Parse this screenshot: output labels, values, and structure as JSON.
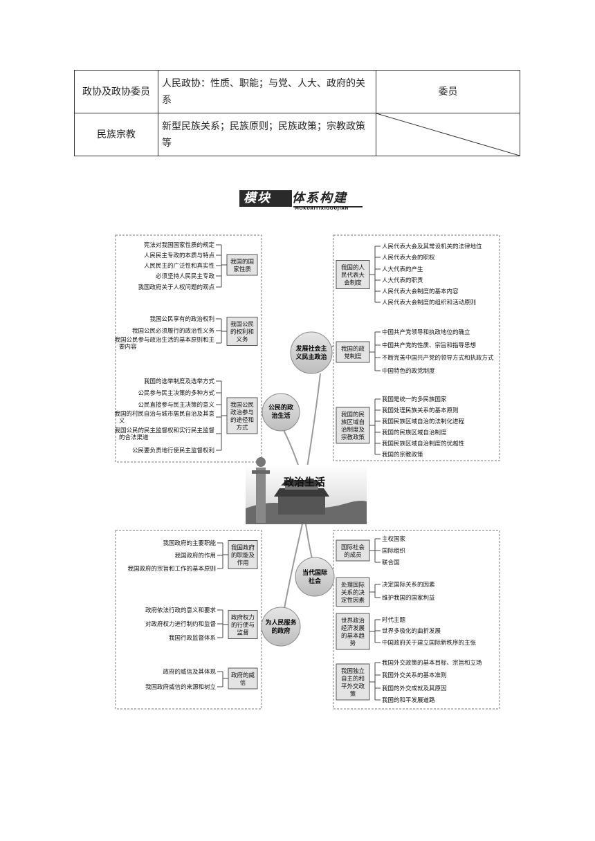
{
  "table": {
    "rows": [
      {
        "col1": "政协及政协委员",
        "col2": "人民政协：性质、职能；与党、人大、政府的关系",
        "col3": "委员"
      },
      {
        "col1": "民族宗教",
        "col2": "新型民族关系；民族原则；民族政策；宗教政策等",
        "col3": ""
      }
    ]
  },
  "banner": {
    "title_dark": "模块",
    "title_light": "体系构建",
    "subtitle": "MOKUAITIXIGOUJIAN"
  },
  "center": {
    "label": "政治生活"
  },
  "hubs": {
    "citizen": "公民的政治生活",
    "development": "发展社会主义民主政治",
    "international": "当代国际社会",
    "government": "为人民服务的政府"
  },
  "left_top": [
    {
      "box": "我国的国家性质",
      "items": [
        "宪法对我国国家性质的规定",
        "人民民主专政的本质与特点",
        "人民民主的广泛性和真实性",
        "必须坚持人民民主专政",
        "我国政府关于人权问题的观点"
      ]
    },
    {
      "box": "我国公民的权利和义务",
      "items": [
        "我国公民享有的政治权利",
        "我国公民必须履行的政治性义务",
        "我国公民参与政治生活的基本原则和主要内容"
      ]
    },
    {
      "box": "我国公民政治参与的途径和方式",
      "items": [
        "我国的选举制度及选举方式",
        "公民参与民主决策的多种方式",
        "公民直接参与民主决策的意义",
        "我国的村民自治与城市居民自治及其意义",
        "我国公民的民主监督权和实行民主监督的合法渠道",
        "公民要负责地行使民主监督权利"
      ]
    }
  ],
  "right_top": [
    {
      "box": "我国的人民代表大会制度",
      "items": [
        "人民代表大会及其常设机关的法律地位",
        "人民代表大会的职权",
        "人大代表的产生",
        "人大代表的职责",
        "人民代表大会制度的基本内容",
        "人民代表大会制度的组织和活动原则"
      ]
    },
    {
      "box": "我国的政党制度",
      "items": [
        "中国共产党领导和执政地位的确立",
        "中国共产党的性质、宗旨和指导思想",
        "不断完善中国共产党的领导方式和执政方式",
        "中国特色的政党制度"
      ]
    },
    {
      "box": "我国的民族区域自治制度及宗教政策",
      "items": [
        "我国是统一的多民族国家",
        "我国处理民族关系的基本原则",
        "我国民族区域自治的法制化进程",
        "我国的民族区域自治制度",
        "我国民族区域自治制度的优越性",
        "我国的宗教政策"
      ]
    }
  ],
  "left_bottom": [
    {
      "box": "我国政府的职能及作用",
      "items": [
        "我国政府的主要职能",
        "我国政府的作用",
        "我国政府的宗旨和工作的基本原则"
      ]
    },
    {
      "box": "政府权力的行使与监督",
      "items": [
        "政府依法行政的意义和要求",
        "对政府权力进行制约和监督",
        "我国行政监督体系"
      ]
    },
    {
      "box": "政府的威信",
      "items": [
        "政府的威信及其体现",
        "我国政府威信的来源和树立"
      ]
    }
  ],
  "right_bottom": [
    {
      "box": "国际社会的成员",
      "items": [
        "主权国家",
        "国际组织",
        "联合国"
      ]
    },
    {
      "box": "处理国际关系的决定性因素",
      "items": [
        "决定国际关系的因素",
        "维护我国的国家利益"
      ]
    },
    {
      "box": "世界政治经济发展的基本趋势",
      "items": [
        "时代主题",
        "世界多极化的曲折发展",
        "中国政府关于建立国际新秩序的主张"
      ]
    },
    {
      "box": "我国独立自主的和平外交政策",
      "items": [
        "我国外交政策的基本目标、宗旨和立场",
        "我国外交关系的基本准则",
        "我国的外交成就及其原因",
        "我国的和平发展道路"
      ]
    }
  ]
}
